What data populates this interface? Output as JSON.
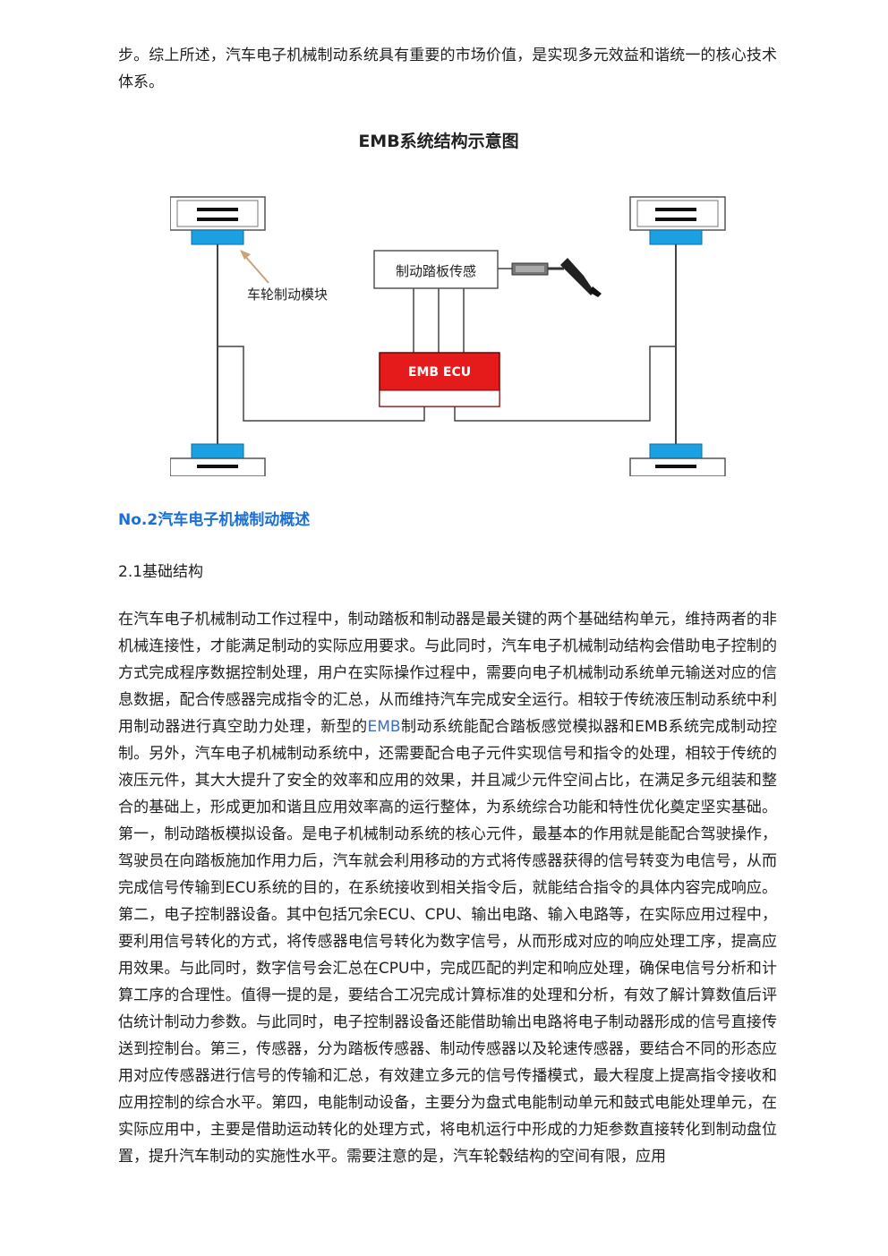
{
  "intro_paragraph": "步。综上所述，汽车电子机械制动系统具有重要的市场价值，是实现多元效益和谐统一的核心技术体系。",
  "figure": {
    "title": "EMB系统结构示意图",
    "wheel_module_label": "车轮制动模块",
    "pedal_sensor_label": "制动踏板传感",
    "ecu_label": "EMB ECU",
    "colors": {
      "ecu_fill": "#e51b1b",
      "module_fill": "#1ba0e2",
      "line": "#444444"
    }
  },
  "section": {
    "title": "No.2汽车电子机械制动概述",
    "subsection_title": "2.1基础结构"
  },
  "body_paragraph": {
    "part1": "在汽车电子机械制动工作过程中，制动踏板和制动器是最关键的两个基础结构单元，维持两者的非机械连接性，才能满足制动的实际应用要求。与此同时，汽车电子机械制动结构会借助电子控制的方式完成程序数据控制处理，用户在实际操作过程中，需要向电子机械制动系统单元输送对应的信息数据，配合传感器完成指令的汇总，从而维持汽车完成安全运行。相较于传统液压制动系统中利用制动器进行真空助力处理，新型的",
    "emb_highlight": "EMB",
    "part2": "制动系统能配合踏板感觉模拟器和EMB系统完成制动控制。另外，汽车电子机械制动系统中，还需要配合电子元件实现信号和指令的处理，相较于传统的液压元件，其大大提升了安全的效率和应用的效果，并且减少元件空间占比，在满足多元组装和整合的基础上，形成更加和谐且应用效率高的运行整体，为系统综合功能和特性优化奠定坚实基础。第一，制动踏板模拟设备。是电子机械制动系统的核心元件，最基本的作用就是能配合驾驶操作，驾驶员在向踏板施加作用力后，汽车就会利用移动的方式将传感器获得的信号转变为电信号，从而完成信号传输到ECU系统的目的，在系统接收到相关指令后，就能结合指令的具体内容完成响应。第二，电子控制器设备。其中包括冗余ECU、CPU、输出电路、输入电路等，在实际应用过程中，要利用信号转化的方式，将传感器电信号转化为数字信号，从而形成对应的响应处理工序，提高应用效果。与此同时，数字信号会汇总在CPU中，完成匹配的判定和响应处理，确保电信号分析和计算工序的合理性。值得一提的是，要结合工况完成计算标准的处理和分析，有效了解计算数值后评估统计制动力参数。与此同时，电子控制器设备还能借助输出电路将电子制动器形成的信号直接传送到控制台。第三，传感器，分为踏板传感器、制动传感器以及轮速传感器，要结合不同的形态应用对应传感器进行信号的传输和汇总，有效建立多元的信号传播模式，最大程度上提高指令接收和应用控制的综合水平。第四，电能制动设备，主要分为盘式电能制动单元和鼓式电能处理单元，在实际应用中，主要是借助运动转化的处理方式，将电机运行中形成的力矩参数直接转化到制动盘位置，提升汽车制动的实施性水平。需要注意的是，汽车轮毂结构的空间有限，应用"
  }
}
